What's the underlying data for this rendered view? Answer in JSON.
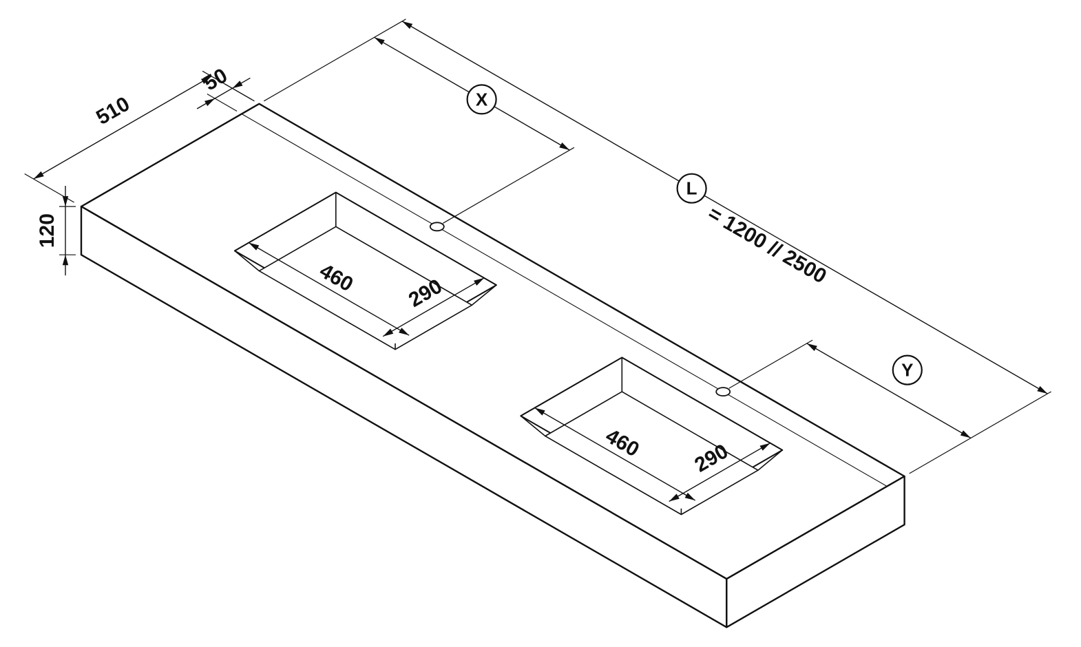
{
  "drawing": {
    "background": "#ffffff",
    "line_color": "#111111",
    "labels": {
      "depth": "510",
      "hole_offset": "50",
      "thickness": "120",
      "hole1_distance_symbol": "X",
      "length_symbol": "L",
      "length_value": "= 1200 // 2500",
      "hole2_distance_symbol": "Y"
    },
    "dimensions_mm": {
      "depth": 510,
      "thickness": 120,
      "hole_offset_from_back": 50,
      "basin_length": 460,
      "basin_width": 290,
      "length_options": [
        1200,
        2500
      ]
    },
    "basins": [
      {
        "length_label": "460",
        "width_label": "290"
      },
      {
        "length_label": "460",
        "width_label": "290"
      }
    ]
  }
}
